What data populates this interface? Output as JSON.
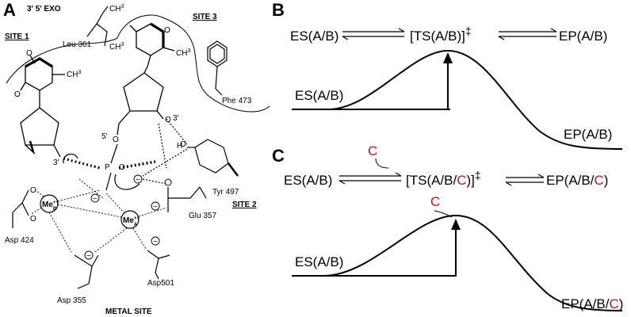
{
  "panel_a": {
    "letter": "A",
    "exo_label": "3' 5' EXO",
    "site1": "SITE 1",
    "site2": "SITE 2",
    "site3": "SITE 3",
    "metal_site": "METAL SITE",
    "residues": {
      "leu361": "Leu 361",
      "phe473": "Phe 473",
      "tyr497": "Tyr 497",
      "glu357": "Glu 357",
      "asp424": "Asp 424",
      "asp355": "Asp 355",
      "asp501": "Asp501"
    },
    "atoms": {
      "ch3": "CH",
      "ch3_sub": "3",
      "o": "O",
      "h": "H",
      "p": "P",
      "three_prime": "3'",
      "five_prime": "5'",
      "minus": "−",
      "me": "Me",
      "me_charge": "++",
      "me_b": "B",
      "me_a": "A"
    }
  },
  "panel_b": {
    "letter": "B",
    "es": "ES(A/B)",
    "ts": "[TS(A/B)]",
    "dagger": "‡",
    "ep": "EP(A/B)",
    "curve_start": "ES(A/B)",
    "curve_end": "EP(A/B)"
  },
  "panel_c": {
    "letter": "C",
    "es": "ES(A/B)",
    "ts_open": "[TS(A/B/",
    "ts_c": "C",
    "ts_close": ")]",
    "dagger": "‡",
    "ep_open": "EP(A/B/",
    "ep_c": "C",
    "ep_close": ")",
    "c_label_top": "C",
    "c_label_curve": "C",
    "curve_start": "ES(A/B)",
    "curve_end_open": "EP(A/B/",
    "curve_end_c": "C",
    "curve_end_close": ")"
  },
  "colors": {
    "highlight": "#d01010",
    "line": "#000000"
  }
}
